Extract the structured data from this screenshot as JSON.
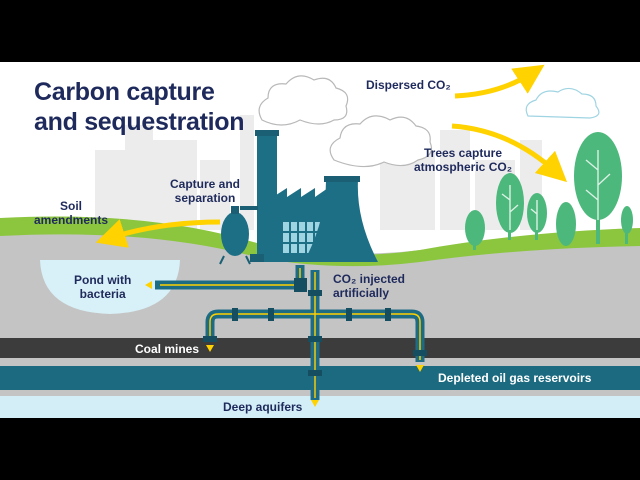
{
  "title": {
    "line1": "Carbon capture",
    "line2": "and sequestration"
  },
  "labels": {
    "dispersed": "Dispersed CO₂",
    "trees_l1": "Trees capture",
    "trees_l2": "atmospheric CO₂",
    "capture_l1": "Capture and",
    "capture_l2": "separation",
    "soil_l1": "Soil",
    "soil_l2": "amendments",
    "pond_l1": "Pond with",
    "pond_l2": "bacteria",
    "injected_l1": "CO₂ injected",
    "injected_l2": "artificially",
    "coal": "Coal mines",
    "depleted": "Depleted oil gas reservoirs",
    "aquifers": "Deep aquifers"
  },
  "colors": {
    "navy": "#1f2a5c",
    "factory_teal": "#1d6f86",
    "pipe_teal": "#1e6c84",
    "arrow_yellow": "#ffd200",
    "grass_green": "#8cc63f",
    "tree_green": "#4cb87c",
    "ground_gray": "#c4c4c4",
    "coal_layer": "#3c3c3c",
    "reservoir_layer": "#1b6a80",
    "aquifer_layer": "#d3eef6"
  },
  "icons": [
    "factory-icon",
    "smoke-cloud-icon",
    "tree-icon",
    "yellow-arrow-icon",
    "pipe-icon"
  ]
}
